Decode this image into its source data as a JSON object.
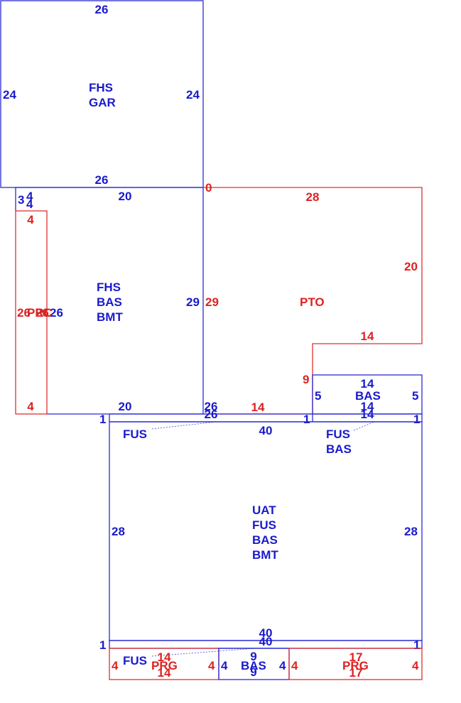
{
  "colors": {
    "blue": "#1a1acc",
    "red": "#dd2222"
  },
  "areas": {
    "garage": {
      "code1": "FHS",
      "code2": "GAR",
      "dim_top": "26",
      "dim_bottom": "26",
      "dim_left": "24",
      "dim_right": "24"
    },
    "main_floor": {
      "code1": "FHS",
      "code2": "BAS",
      "code3": "BMT",
      "dim_top": "20",
      "dim_bottom": "20",
      "dim_right": "29",
      "dim_left_a": "3",
      "dim_left_b": "4",
      "dim_left_c": "4",
      "dim_left_inner": "26"
    },
    "porch_left": {
      "code": "PRC",
      "dim_top": "4",
      "dim_bottom": "4",
      "dim_left": "26",
      "dim_right": "26"
    },
    "patio": {
      "code": "PTO",
      "dim_origin": "0",
      "dim_top": "28",
      "dim_right": "20",
      "dim_step": "14",
      "dim_left": "29",
      "dim_vert": "9",
      "dim_bottom": "14"
    },
    "bas_small": {
      "code": "BAS",
      "dim_top": "14",
      "dim_bottom_a": "14",
      "dim_bottom_b": "14",
      "dim_left": "5",
      "dim_right": "5"
    },
    "strip_upper": {
      "dim_left": "1",
      "dim_right": "1",
      "dim_top": "26",
      "dim_mid": "1",
      "dim_end": "1"
    },
    "fus_label_left": {
      "code": "FUS"
    },
    "fus_bas_label": {
      "code1": "FUS",
      "code2": "BAS"
    },
    "upper_unit": {
      "code1": "UAT",
      "code2": "FUS",
      "code3": "BAS",
      "code4": "BMT",
      "dim_top": "40",
      "dim_left": "28",
      "dim_right": "28",
      "dim_bottom": "40"
    },
    "strip_lower": {
      "dim_top": "40",
      "dim_left": "1",
      "dim_right": "1"
    },
    "fus_label_bottom": {
      "code": "FUS"
    },
    "porch_bottom_left": {
      "code": "PRG",
      "dim_top": "14",
      "dim_bottom": "14",
      "dim_left": "4",
      "dim_right": "4"
    },
    "bas_bottom": {
      "code": "BAS",
      "dim_top": "9",
      "dim_bottom": "9",
      "dim_left": "4",
      "dim_right": "4"
    },
    "porch_bottom_right": {
      "code": "PRG",
      "dim_top": "17",
      "dim_bottom": "17",
      "dim_left": "4",
      "dim_right": "4"
    }
  }
}
